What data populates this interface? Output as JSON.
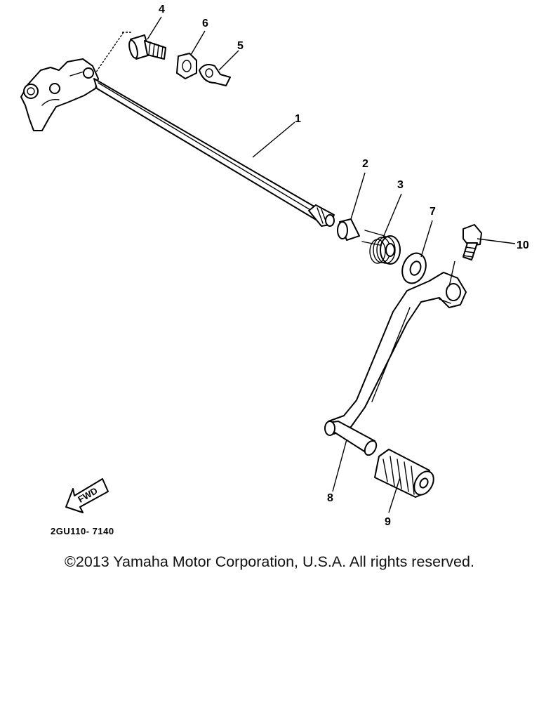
{
  "diagram": {
    "callouts": [
      {
        "id": "1",
        "text": "1"
      },
      {
        "id": "2",
        "text": "2"
      },
      {
        "id": "3",
        "text": "3"
      },
      {
        "id": "4",
        "text": "4"
      },
      {
        "id": "5",
        "text": "5"
      },
      {
        "id": "6",
        "text": "6"
      },
      {
        "id": "7",
        "text": "7"
      },
      {
        "id": "8",
        "text": "8"
      },
      {
        "id": "9",
        "text": "9"
      },
      {
        "id": "10",
        "text": "10"
      }
    ],
    "fwd_label": "FWD",
    "drawing_code": "2GU110- 7140"
  },
  "footer": {
    "copyright": "©2013 Yamaha Motor Corporation, U.S.A. All rights reserved."
  }
}
